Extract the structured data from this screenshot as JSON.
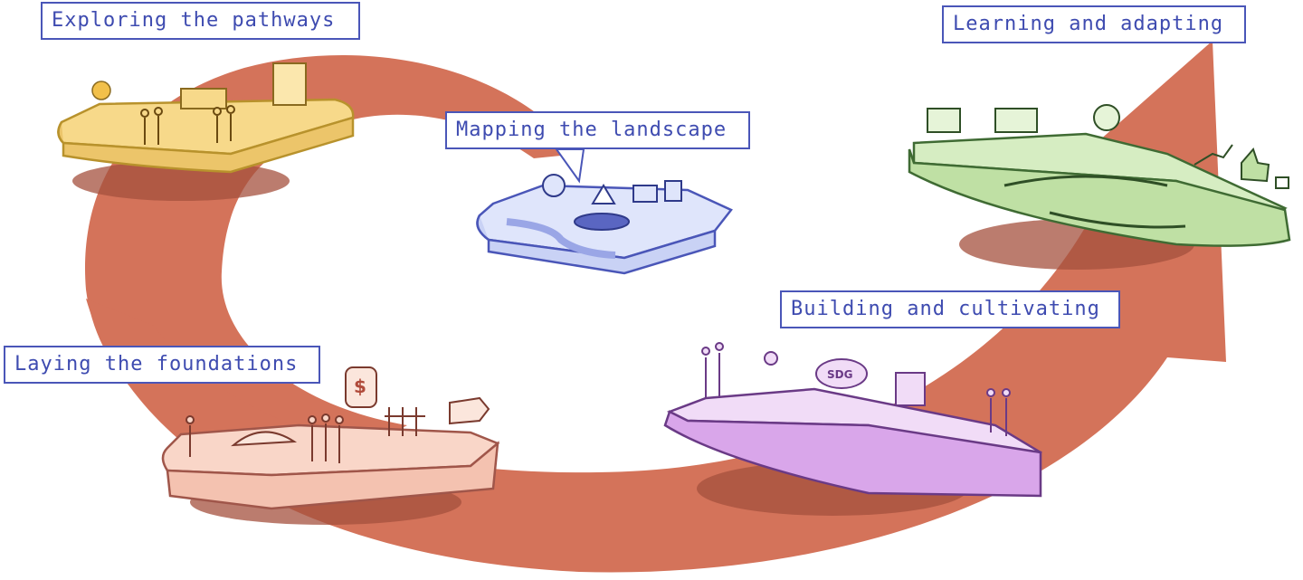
{
  "stages": [
    {
      "id": "explore",
      "label": "Exploring the pathways",
      "island_color": "#f7d98a",
      "edge_color": "#b8922c"
    },
    {
      "id": "map",
      "label": "Mapping the landscape",
      "island_color": "#dfe5fb",
      "edge_color": "#4a56b8"
    },
    {
      "id": "found",
      "label": "Laying the foundations",
      "island_color": "#f9d6c8",
      "edge_color": "#a0564a"
    },
    {
      "id": "build",
      "label": "Building and cultivating",
      "island_color": "#d9a6ea",
      "edge_color": "#6a3a86"
    },
    {
      "id": "learn",
      "label": "Learning and adapting",
      "island_color": "#bfe0a4",
      "edge_color": "#3f6b33"
    }
  ],
  "colors": {
    "arrow": "#d4735a",
    "shadow": "#a4503d",
    "label_border": "#4a56b8",
    "label_text": "#3e4bb0",
    "money": "#b04a3a"
  },
  "icons": {
    "money_symbol": "$",
    "sdg_badge": "SDG"
  }
}
